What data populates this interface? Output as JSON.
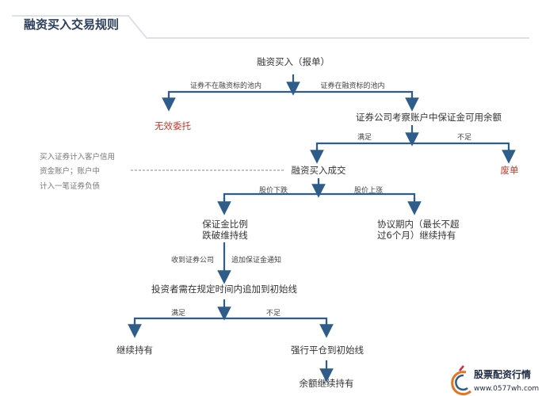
{
  "title": "融资买入交易规则",
  "nodes": {
    "start": "融资买入（报单）",
    "invalid": "无效委托",
    "check_margin": "证券公司考察账户中保证金可用余额",
    "deal": "融资买入成交",
    "void": "废单",
    "below_line_1": "保证金比例",
    "below_line_2": "跌破维持线",
    "agreement_1": "协议期内（最长不超",
    "agreement_2": "过6个月）继续持有",
    "investor_add": "投资者需在规定时间内追加到初始线",
    "keep_holding": "继续持有",
    "force_close": "强行平仓到初始线",
    "remaining_hold": "余额继续持有"
  },
  "edge_labels": {
    "not_in_pool": "证券不在融资标的池内",
    "in_pool": "证券在融资标的池内",
    "sufficient_1": "满足",
    "insufficient_1": "不足",
    "price_down": "股价下跌",
    "price_up": "股价上涨",
    "notice_left": "收到证券公司",
    "notice_right": "追加保证金通知",
    "sufficient_2": "满足",
    "insufficient_2": "不足"
  },
  "side_note": [
    "买入证券计入客户信用",
    "资金账户；账户中",
    "计入一笔证券负债"
  ],
  "logo": {
    "name": "股票配资行情",
    "url": "www.0577wh.com"
  },
  "colors": {
    "arrow": "#2f5d8a",
    "warning": "#c0392b",
    "title": "#2c3e5a"
  }
}
